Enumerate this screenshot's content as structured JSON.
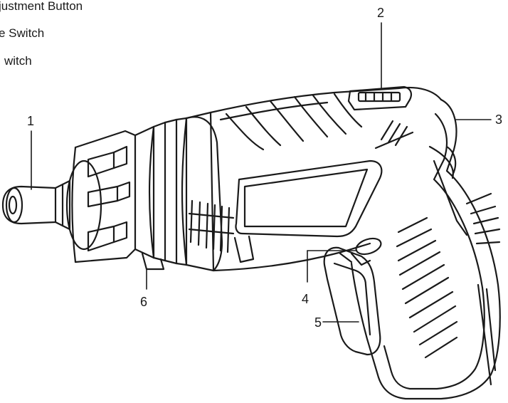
{
  "legend": [
    "justment Button",
    "e Switch",
    "witch"
  ],
  "callouts": [
    {
      "number": "1"
    },
    {
      "number": "2"
    },
    {
      "number": "3"
    },
    {
      "number": "4"
    },
    {
      "number": "5"
    },
    {
      "number": "6"
    }
  ],
  "colors": {
    "stroke": "#1a1a1a",
    "background": "#ffffff"
  }
}
